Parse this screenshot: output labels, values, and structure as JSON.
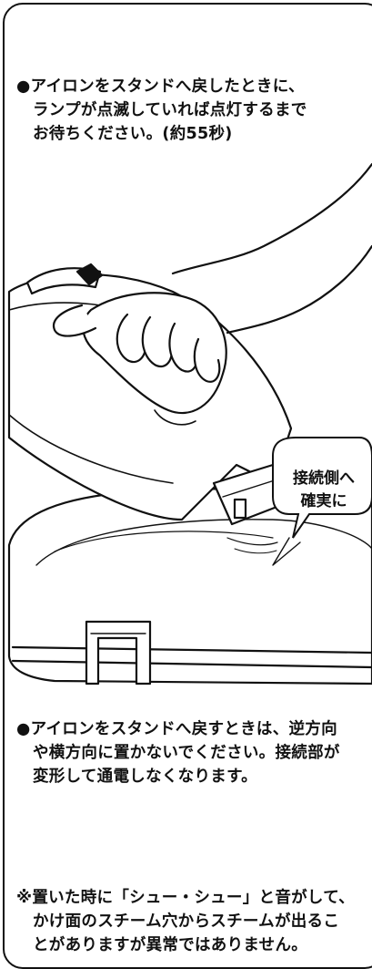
{
  "notes": [
    {
      "bullet": "●",
      "lines": [
        "アイロンをスタンドへ戻したときに、",
        "ランプが点滅していれば点灯するまで",
        "お待ちください。(約55秒)"
      ]
    },
    {
      "bullet": "●",
      "lines": [
        "アイロンをスタンドへ戻すときは、逆方向",
        "や横方向に置かないでください。接続部が",
        "変形して通電しなくなります。"
      ]
    },
    {
      "bullet": "※",
      "lines": [
        "置いた時に「シュー・シュー」と音がして、",
        "かけ面のスチーム穴からスチームが出るこ",
        "とがありますが異常ではありません。"
      ]
    }
  ],
  "illustration": {
    "callout_lines": [
      "接続側へ",
      "確実に"
    ],
    "icon": "iron-on-stand-illustration"
  }
}
